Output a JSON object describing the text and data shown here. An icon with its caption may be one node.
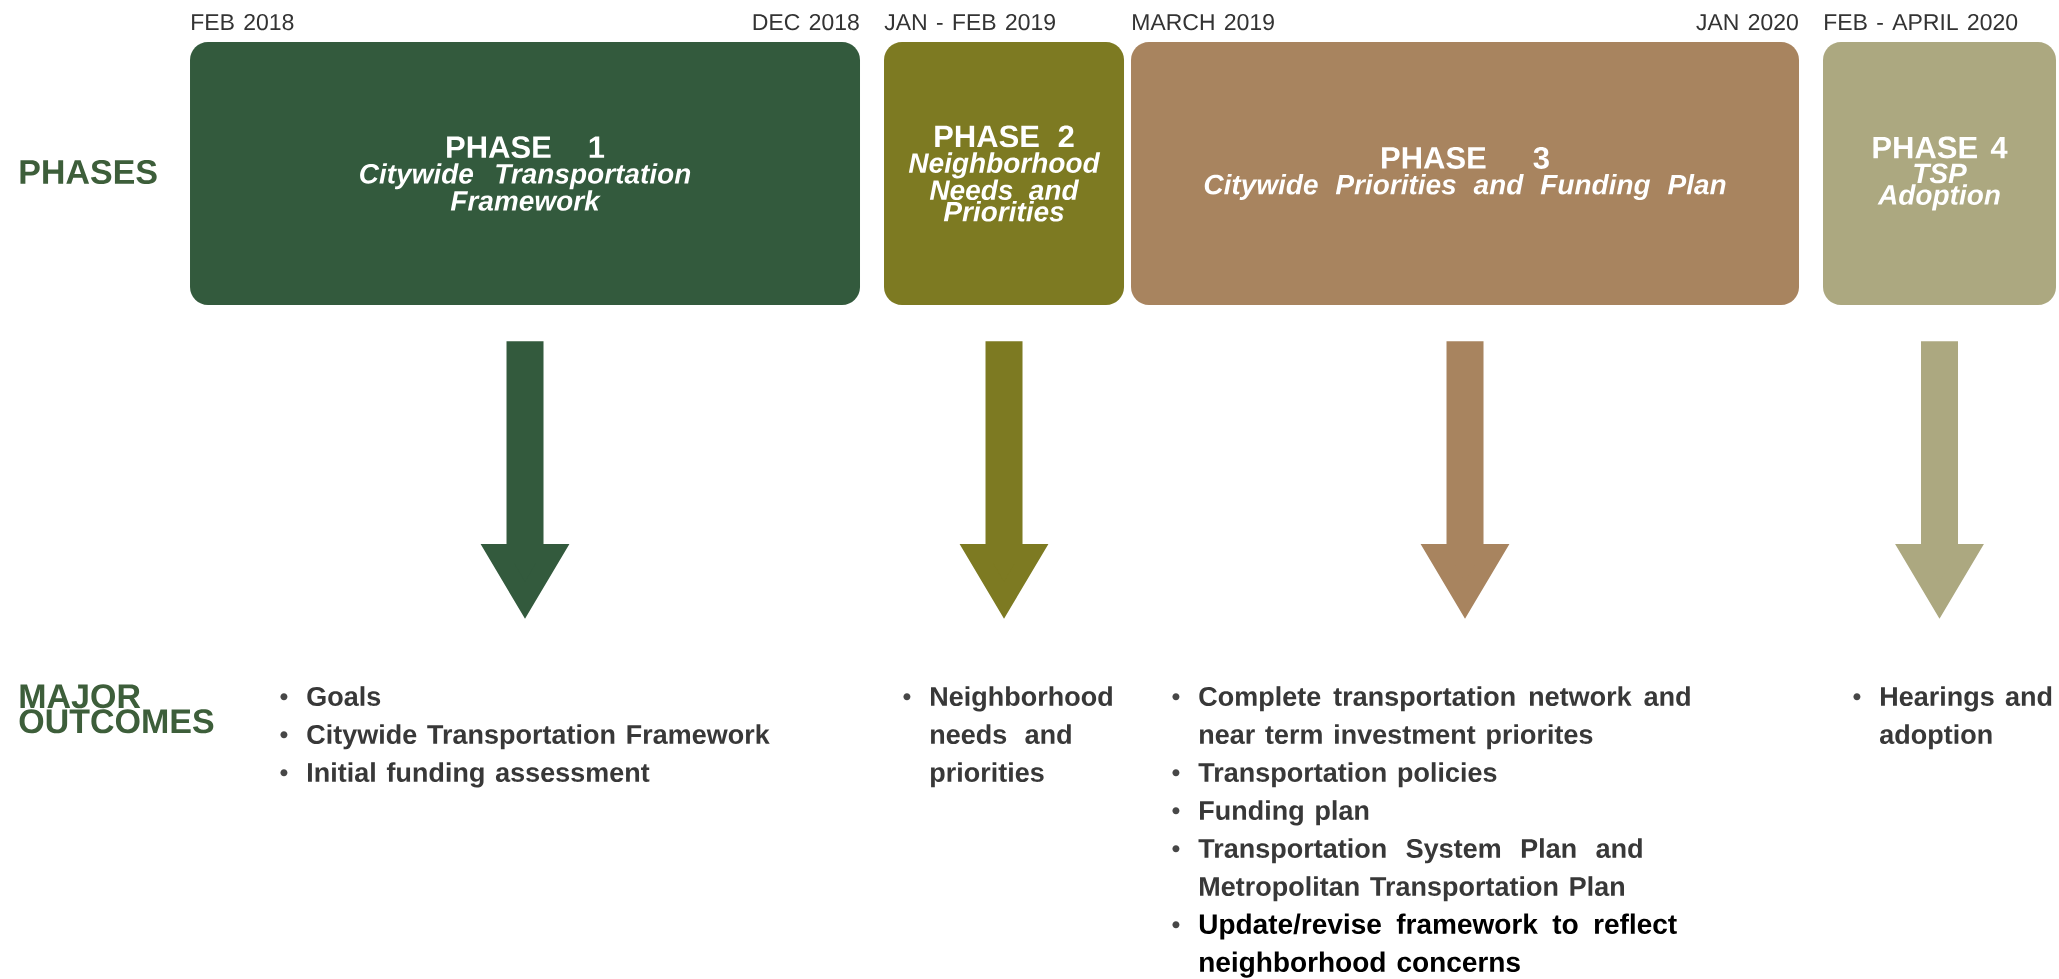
{
  "diagram": {
    "nodes": [
      {
        "text": [
          "PHASE 1",
          "Citywide Transportation Framework"
        ],
        "beside": [
          "FEB 2018",
          "DEC 2018"
        ]
      },
      {
        "text": [
          "PHASE 2",
          "Neighborhood Needs and Priorities"
        ],
        "beside": [
          "JAN - FEB 2019"
        ]
      },
      {
        "text": [
          "PHASE 3",
          "Citywide Priorities and Funding Plan"
        ],
        "beside": [
          "MARCH 2019",
          "JAN 2020"
        ]
      },
      {
        "text": [
          "PHASE 4",
          "TSP Adoption"
        ],
        "beside": [
          "FEB - APRIL 2020"
        ]
      },
      {
        "text": [
          "Goals",
          "Citywide Transportation Framework",
          "Initial funding assessment"
        ]
      },
      {
        "text": [
          "Neighborhood needs and priorities"
        ]
      },
      {
        "text": [
          "Complete transportation network and near term investment priorites",
          "Transportation policies",
          "Funding plan",
          "Transportation System Plan and Metropolitan Transportation Plan",
          "Update/revise framework to reflect neighborhood concerns"
        ]
      },
      {
        "text": [
          "Hearings and adoption"
        ]
      }
    ],
    "edges": [
      {
        "from": 0,
        "to": 4,
        "arrow": "to",
        "color": "#335a3d"
      },
      {
        "from": 1,
        "to": 5,
        "arrow": "to",
        "color": "#7d7a22"
      },
      {
        "from": 2,
        "to": 6,
        "arrow": "to",
        "color": "#a8845f"
      },
      {
        "from": 3,
        "to": 7,
        "arrow": "to",
        "color": "#aca880"
      }
    ],
    "labels": [
      "PHASES",
      "MAJOR OUTCOMES"
    ]
  }
}
